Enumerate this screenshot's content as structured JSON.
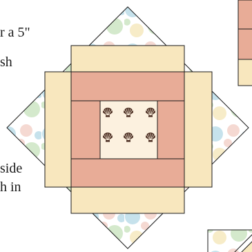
{
  "text": {
    "line1": "r a 5\"",
    "line2": "sh",
    "line3": "side",
    "line4": "h in"
  },
  "colors": {
    "salmon": "#E8AC97",
    "cream": "#F8E7BE",
    "center": "#FCF1DF",
    "outline": "#1a1a1a",
    "shell": "#4a2c20",
    "dot_blue": "#C6E2EC",
    "dot_green": "#D4E9CC",
    "dot_pink": "#F5D9D2",
    "dot_yellow": "#F7ECC8"
  },
  "icons": [
    "shell-icon"
  ]
}
